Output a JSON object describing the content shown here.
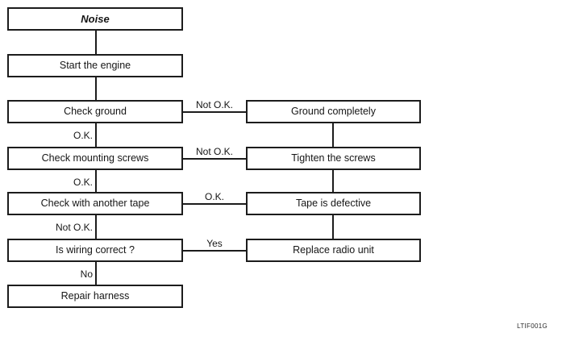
{
  "flowchart": {
    "nodes": {
      "noise": {
        "label": "Noise"
      },
      "start_engine": {
        "label": "Start the engine"
      },
      "check_ground": {
        "label": "Check ground"
      },
      "check_mounting_screws": {
        "label": "Check mounting screws"
      },
      "check_another_tape": {
        "label": "Check with another tape"
      },
      "is_wiring_correct": {
        "label": "Is wiring correct ?"
      },
      "repair_harness": {
        "label": "Repair harness"
      },
      "ground_completely": {
        "label": "Ground completely"
      },
      "tighten_screws": {
        "label": "Tighten the screws"
      },
      "tape_defective": {
        "label": "Tape is defective"
      },
      "replace_radio_unit": {
        "label": "Replace radio unit"
      }
    },
    "edge_labels": {
      "ground_not_ok": "Not O.K.",
      "ground_ok": "O.K.",
      "screws_not_ok": "Not O.K.",
      "screws_ok": "O.K.",
      "tape_ok": "O.K.",
      "tape_not_ok": "Not O.K.",
      "wiring_yes": "Yes",
      "wiring_no": "No"
    },
    "figure_code": "LTIF001G",
    "colors": {
      "line": "#1c1c1c",
      "background": "#ffffff",
      "text": "#161616"
    }
  }
}
